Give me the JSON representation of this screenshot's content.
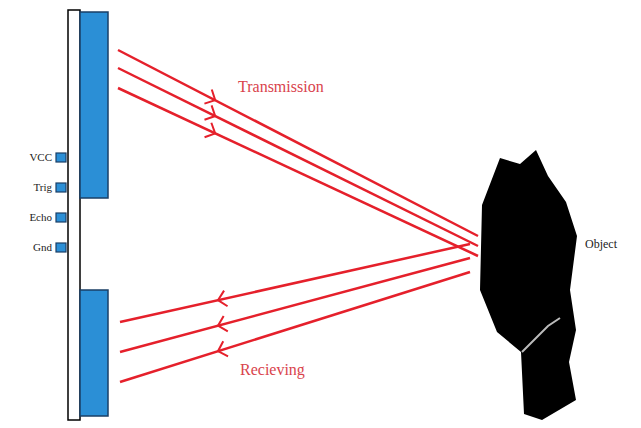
{
  "diagram": {
    "labels": [
      "VCC",
      "Trig",
      "Echo",
      "Gnd",
      "Transmission",
      "Recieving",
      "Object"
    ]
  }
}
